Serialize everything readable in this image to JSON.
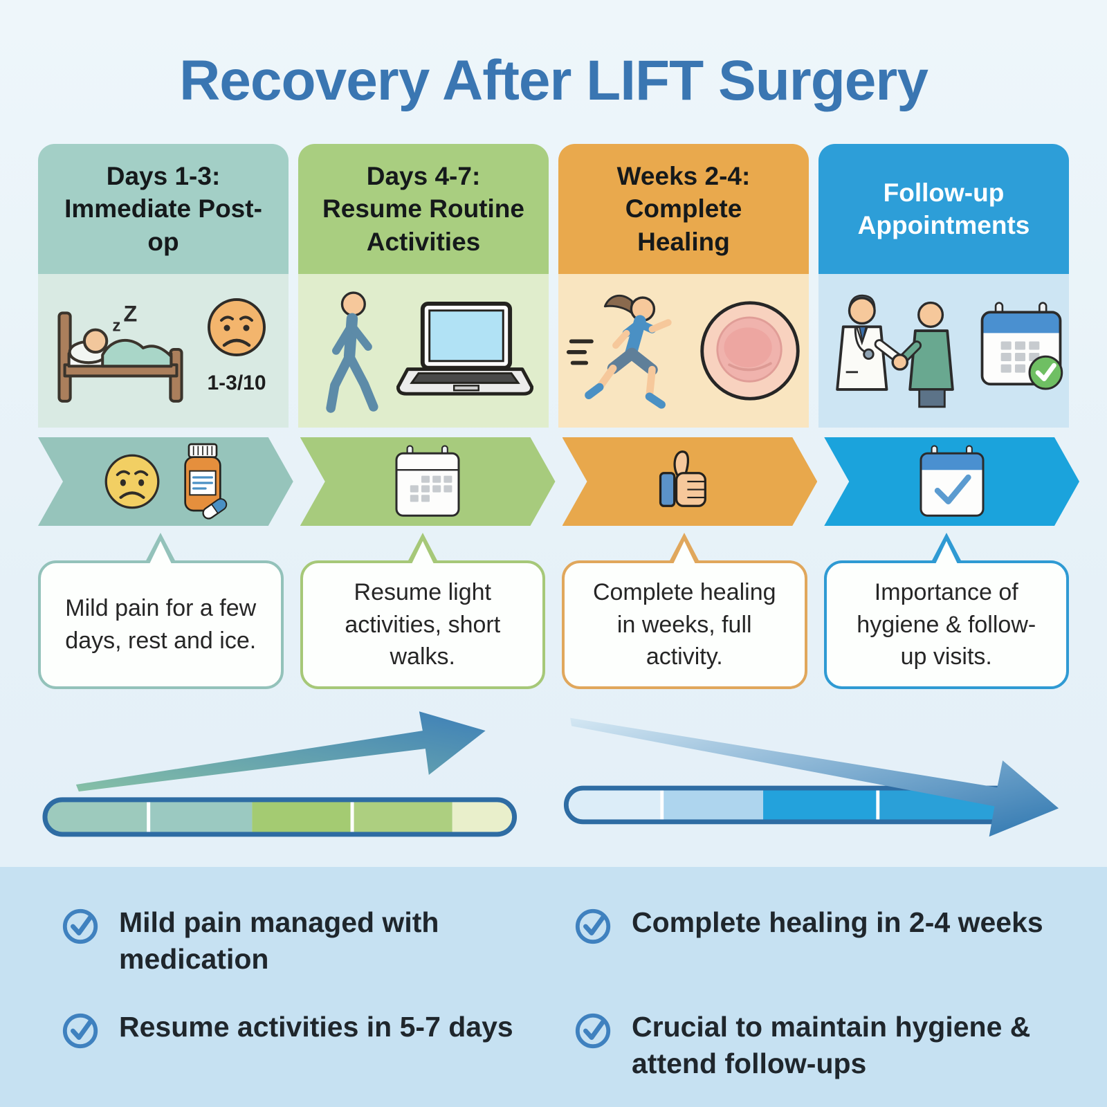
{
  "title": "Recovery After LIFT Surgery",
  "stages": [
    {
      "range": "Days 1-3:",
      "label": "Immediate Post-op",
      "bubble": "Mild pain for a few days, rest and ice.",
      "annotations": {
        "sleep_small": "z",
        "sleep_big": "Z",
        "pain_scale": "1-3/10"
      },
      "panel_icons": [
        "patient-sleeping-in-bed-icon",
        "worried-face-icon"
      ],
      "chevron_icons": [
        "worried-face-icon",
        "medicine-bottle-icon"
      ]
    },
    {
      "range": "Days 4-7:",
      "label": "Resume Routine Activities",
      "bubble": "Resume light activities, short walks.",
      "panel_icons": [
        "walking-person-icon",
        "laptop-icon"
      ],
      "chevron_icons": [
        "calendar-icon"
      ]
    },
    {
      "range": "Weeks 2-4:",
      "label": "Complete Healing",
      "bubble": "Complete healing in weeks, full activity.",
      "panel_icons": [
        "running-woman-icon",
        "healed-wound-icon"
      ],
      "chevron_icons": [
        "thumbs-up-icon"
      ]
    },
    {
      "range": "",
      "label": "Follow-up Appointments",
      "bubble": "Importance of hygiene & follow-up visits.",
      "panel_icons": [
        "doctor-patient-handshake-icon",
        "calendar-approved-icon"
      ],
      "chevron_icons": [
        "calendar-check-icon"
      ]
    }
  ],
  "checklist": [
    "Mild pain managed with medication",
    "Resume activities in 5-7 days",
    "Complete healing in 2-4 weeks",
    "Crucial to maintain hygiene & attend follow-ups"
  ],
  "palette": {
    "page_bg": "#e8f3f9",
    "title_text": "#3a76b2",
    "footer_bg": "#c6e1f2",
    "checklist_check": "#3f81bf",
    "dark_text": "#1f262c",
    "stage1": {
      "header": "#a3cfc6",
      "panel": "#d9eae3",
      "chevron": "#96c4bb",
      "bubble_border": "#93c2ba"
    },
    "stage2": {
      "header": "#a9ce80",
      "panel": "#e0edcc",
      "chevron": "#a7cb7d",
      "bubble_border": "#a6c878"
    },
    "stage3": {
      "header": "#e9a94d",
      "panel": "#f9e5c0",
      "chevron": "#e8a84c",
      "bubble_border": "#e0a75c"
    },
    "stage4": {
      "header": "#2d9ed8",
      "panel": "#cde5f3",
      "chevron": "#1ba3dc",
      "bubble_border": "#2f9ad3"
    },
    "bar_border": "#2e6ca3",
    "rising_arrow_gradient": [
      "#86c0a6",
      "#3d7fb8"
    ],
    "declining_arrow_gradient": [
      "#d4e7f3",
      "#2f77b0"
    ],
    "left_bar_segments": [
      "#9dcabd",
      "#9bc9c1",
      "#a4cb72",
      "#adcf80",
      "#e9efcb"
    ],
    "right_bar_segments": [
      "#dcedf8",
      "#aed5ee",
      "#23a2dc",
      "#2aa0d8"
    ]
  }
}
